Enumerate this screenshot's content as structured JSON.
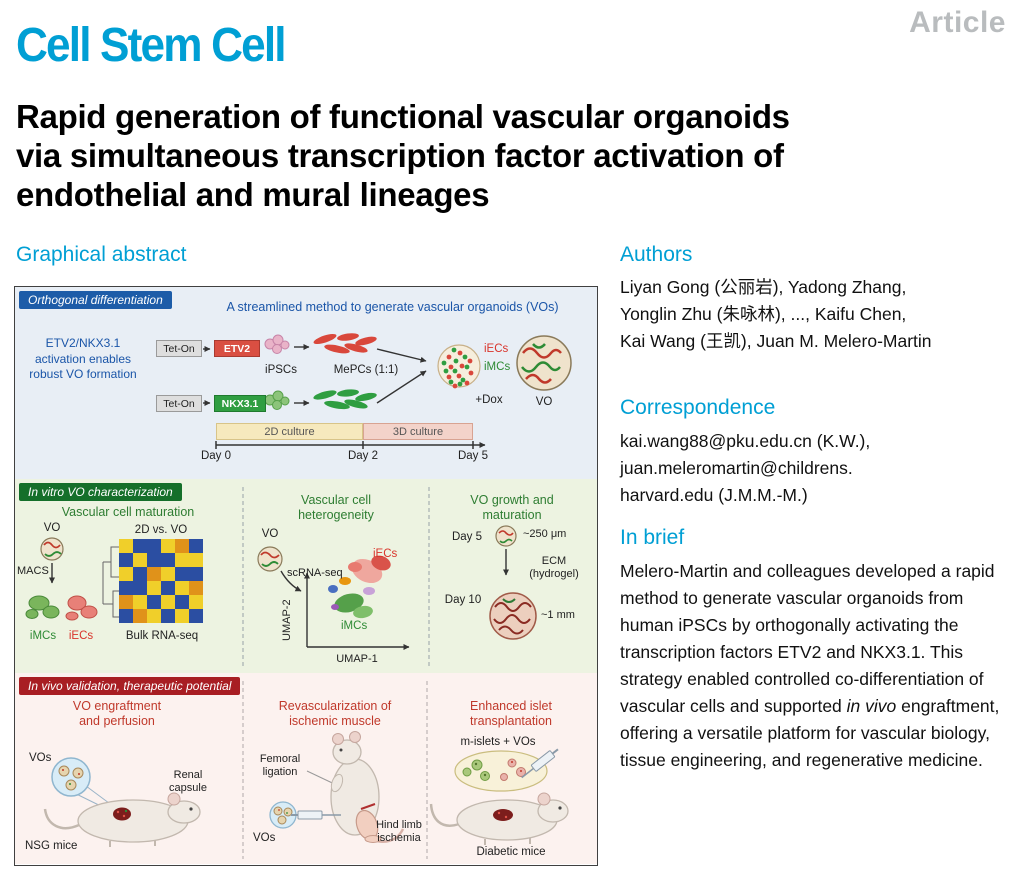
{
  "header": {
    "article_label": "Article",
    "journal": "Cell Stem Cell",
    "title_lines": [
      "Rapid generation of functional vascular organoids",
      "via simultaneous transcription factor activation of",
      "endothelial and mural lineages"
    ]
  },
  "graphical_abstract_heading": "Graphical abstract",
  "figure": {
    "panel1": {
      "badge": "Orthogonal differentiation",
      "subtitle": "A streamlined method to generate vascular organoids (VOs)",
      "note": "ETV2/NKX3.1 activation enables robust VO formation",
      "tet_on_1": "Tet-On",
      "tet_on_2": "Tet-On",
      "etv2": "ETV2",
      "nkx31": "NKX3.1",
      "ipscs": "iPSCs",
      "mepcs": "MePCs (1:1)",
      "iecs": "iECs",
      "imcs": "iMCs",
      "dox": "+Dox",
      "vo": "VO",
      "culture_2d": "2D culture",
      "culture_3d": "3D culture",
      "day0": "Day 0",
      "day2": "Day 2",
      "day5": "Day 5"
    },
    "panel2": {
      "badge": "In vitro VO characterization",
      "maturation": {
        "title": "Vascular cell maturation",
        "vo": "VO",
        "macs": "MACS",
        "imcs": "iMCs",
        "iecs": "iECs",
        "compare": "2D vs. VO",
        "bulk": "Bulk RNA-seq"
      },
      "heterogeneity": {
        "title": "Vascular cell heterogeneity",
        "vo": "VO",
        "scrna": "scRNA-seq",
        "iecs": "iECs",
        "imcs": "iMCs",
        "umap1": "UMAP-1",
        "umap2": "UMAP-2"
      },
      "growth": {
        "title": "VO growth and maturation",
        "day5": "Day 5",
        "size5": "~250 μm",
        "ecm": "ECM (hydrogel)",
        "day10": "Day 10",
        "size10": "~1 mm"
      }
    },
    "panel3": {
      "badge": "In vivo validation, therapeutic potential",
      "engraftment": {
        "title": "VO engraftment and perfusion",
        "vos": "VOs",
        "renal": "Renal capsule",
        "mice": "NSG mice"
      },
      "revascularization": {
        "title": "Revascularization of ischemic muscle",
        "femoral": "Femoral ligation",
        "vos": "VOs",
        "hind": "Hind limb ischemia"
      },
      "islet": {
        "title": "Enhanced islet transplantation",
        "mislets": "m-islets + VOs",
        "mice": "Diabetic mice"
      }
    }
  },
  "sidebar": {
    "authors_heading": "Authors",
    "authors_lines": [
      "Liyan Gong (公丽岩), Yadong Zhang,",
      "Yonglin Zhu (朱咏林), ..., Kaifu Chen,",
      "Kai Wang (王凯), Juan M. Melero-Martin"
    ],
    "correspondence_heading": "Correspondence",
    "correspondence_lines": [
      "kai.wang88@pku.edu.cn (K.W.),",
      "juan.meleromartin@childrens.",
      "harvard.edu (J.M.M.-M.)"
    ],
    "inbrief_heading": "In brief",
    "inbrief_1": "Melero-Martin and colleagues developed a rapid method to generate vascular organoids from human iPSCs by orthogonally activating the transcription factors ETV2 and NKX3.1. This strategy enabled controlled co-differentiation of vascular cells and supported ",
    "inbrief_italic": "in vivo",
    "inbrief_2": " engraftment, offering a versatile platform for vascular biology, tissue engineering, and regenerative medicine."
  },
  "colors": {
    "accent_cyan": "#009fd4",
    "article_gray": "#b9bcbe",
    "panel1_badge_blue": "#1d5ca8",
    "panel2_badge_green": "#156f2a",
    "panel3_badge_red": "#a81e23",
    "iec_red": "#d9473b",
    "imc_green": "#2f9e41"
  }
}
